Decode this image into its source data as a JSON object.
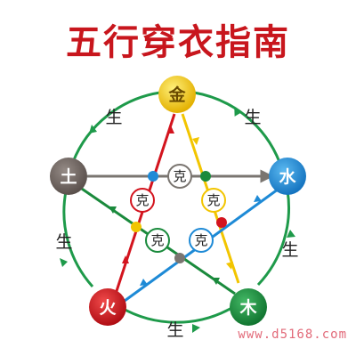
{
  "title": "五行穿衣指南",
  "watermark": "www.d5168.com",
  "colors": {
    "title": "#c8161d",
    "generate": "#1e9a4a",
    "gold": "#f2c500",
    "water": "#1e8ad6",
    "wood": "#1a8a3c",
    "fire": "#d3141e",
    "earth": "#6f6460",
    "overcome": "#7a7570",
    "watermark": "#e26b7a"
  },
  "elements": {
    "gold": "金",
    "water": "水",
    "wood": "木",
    "fire": "火",
    "earth": "土"
  },
  "generate_label": "生",
  "overcome_label": "克"
}
